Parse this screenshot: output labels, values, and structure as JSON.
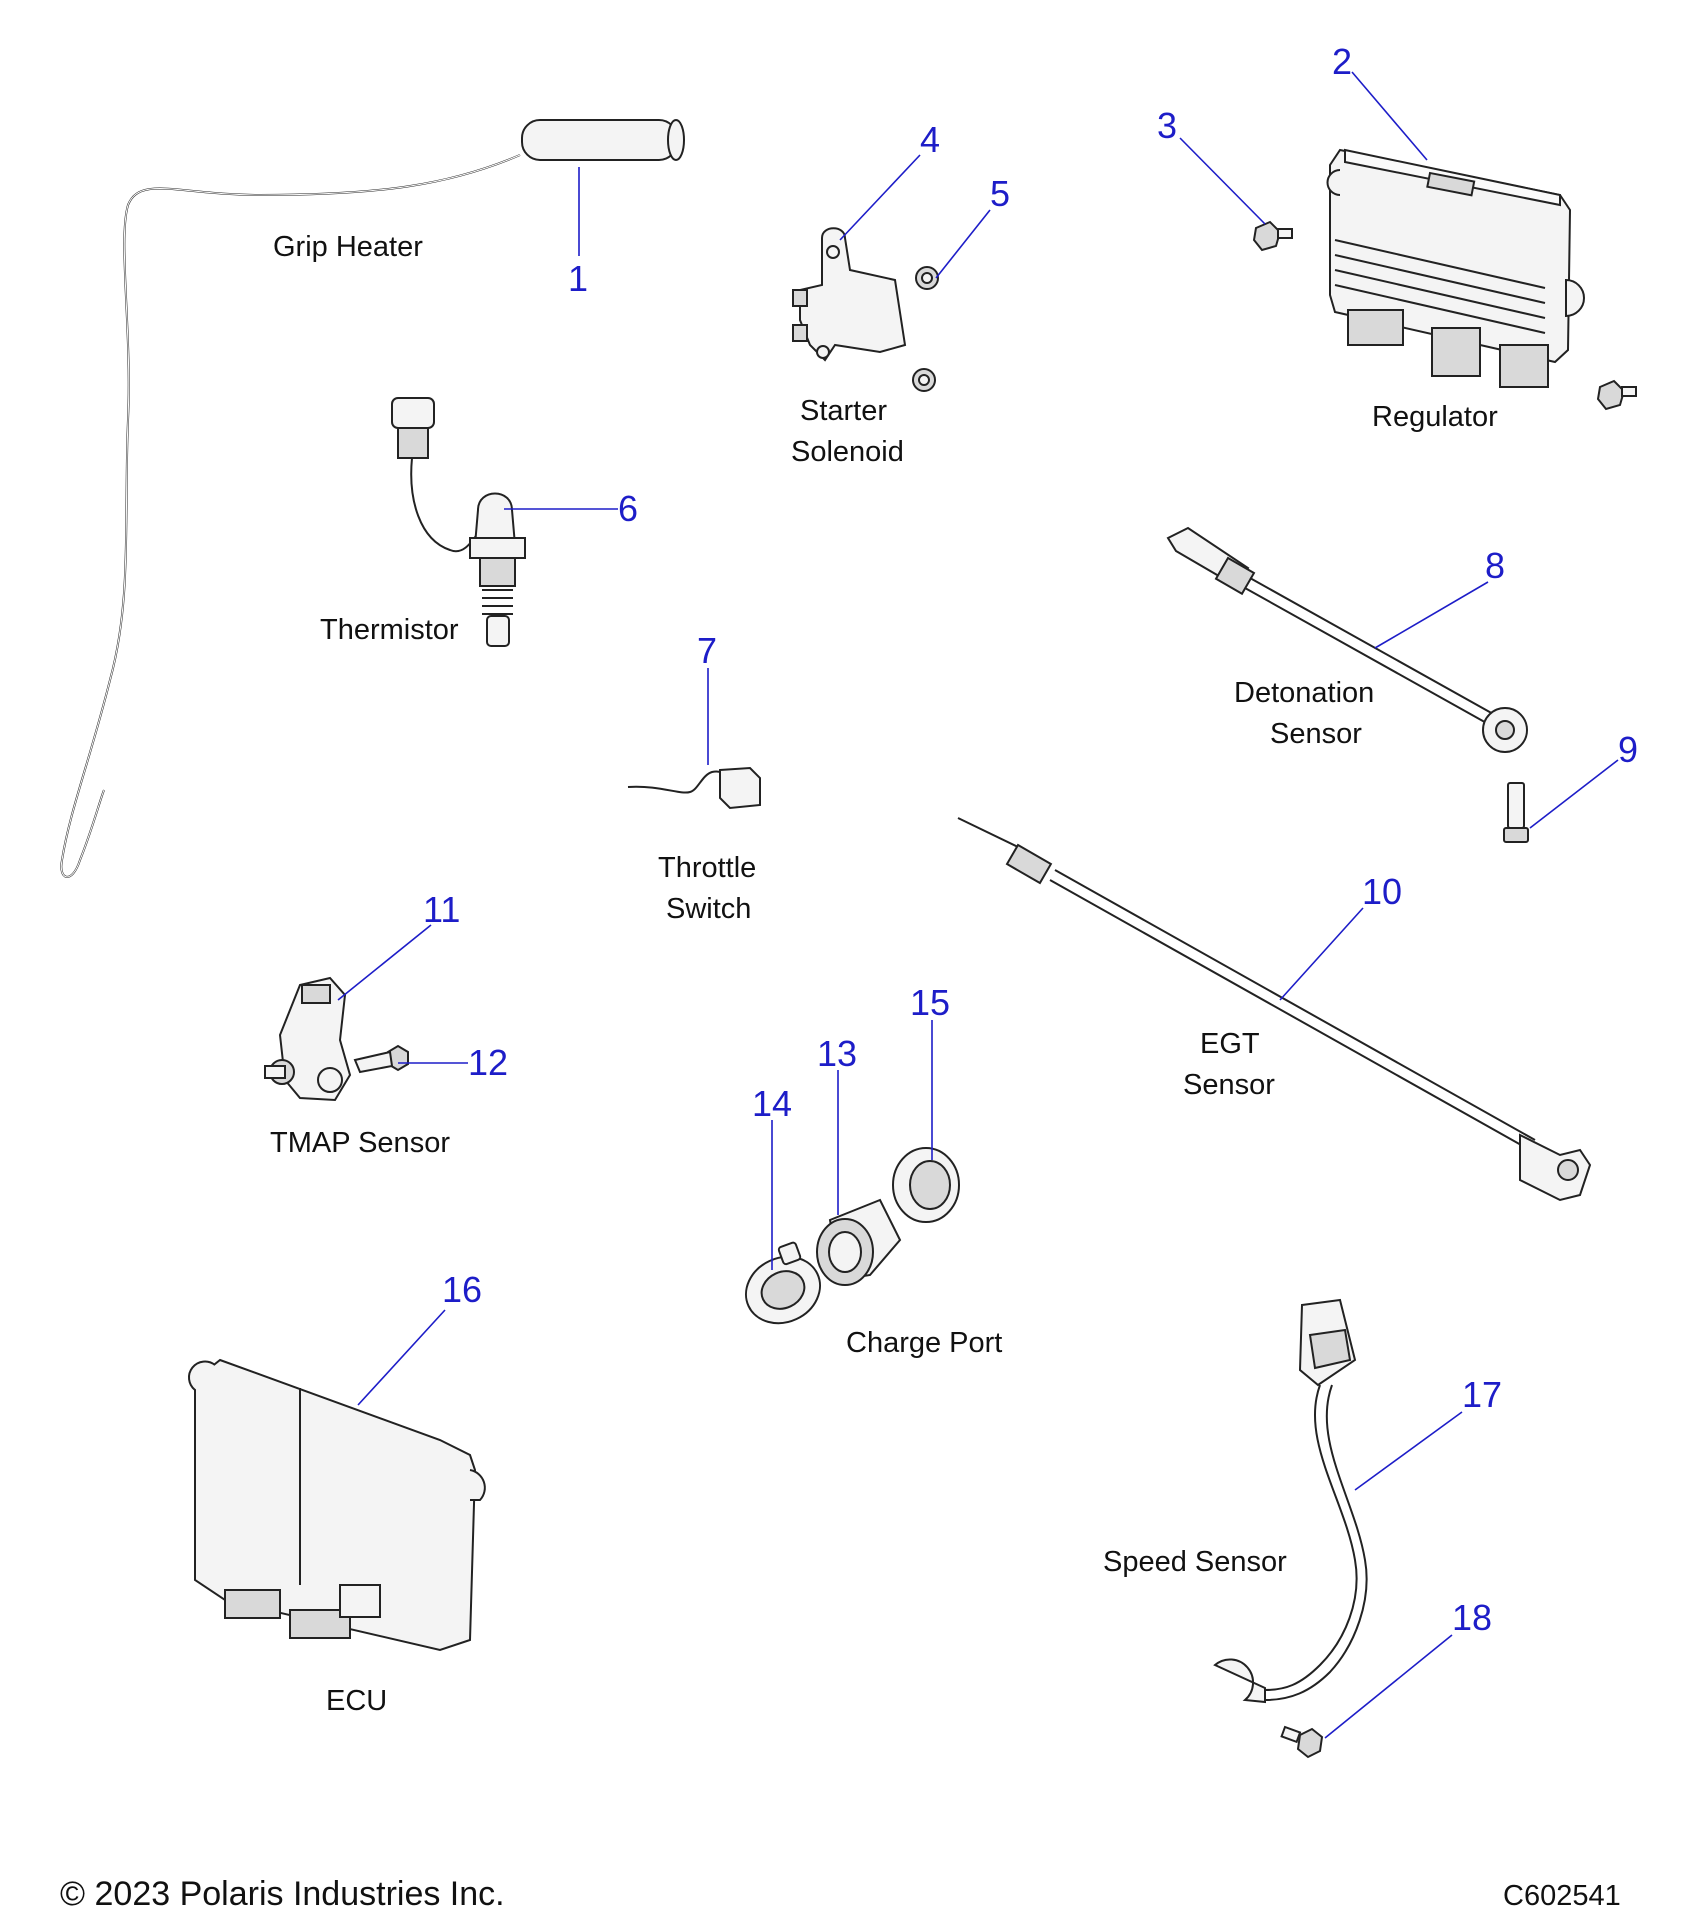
{
  "parts": [
    {
      "id": "grip-heater",
      "label_lines": [
        "Grip Heater"
      ],
      "callouts": [
        "1"
      ]
    },
    {
      "id": "regulator",
      "label_lines": [
        "Regulator"
      ],
      "callouts": [
        "2",
        "3"
      ]
    },
    {
      "id": "starter-solenoid",
      "label_lines": [
        "Starter",
        "Solenoid"
      ],
      "callouts": [
        "4",
        "5"
      ]
    },
    {
      "id": "thermistor",
      "label_lines": [
        "Thermistor"
      ],
      "callouts": [
        "6"
      ]
    },
    {
      "id": "throttle-switch",
      "label_lines": [
        "Throttle",
        "Switch"
      ],
      "callouts": [
        "7"
      ]
    },
    {
      "id": "detonation-sensor",
      "label_lines": [
        "Detonation",
        "Sensor"
      ],
      "callouts": [
        "8",
        "9"
      ]
    },
    {
      "id": "egt-sensor",
      "label_lines": [
        "EGT",
        "Sensor"
      ],
      "callouts": [
        "10"
      ]
    },
    {
      "id": "tmap-sensor",
      "label_lines": [
        "TMAP Sensor"
      ],
      "callouts": [
        "11",
        "12"
      ]
    },
    {
      "id": "charge-port",
      "label_lines": [
        "Charge Port"
      ],
      "callouts": [
        "13",
        "14",
        "15"
      ]
    },
    {
      "id": "ecu",
      "label_lines": [
        "ECU"
      ],
      "callouts": [
        "16"
      ]
    },
    {
      "id": "speed-sensor",
      "label_lines": [
        "Speed Sensor"
      ],
      "callouts": [
        "17",
        "18"
      ]
    }
  ],
  "footer": {
    "copyright": "© 2023 Polaris Industries Inc.",
    "drawing_id": "C602541"
  },
  "colors": {
    "callout": "#1d1dc8",
    "line_art": "#222222",
    "text": "#111111"
  }
}
